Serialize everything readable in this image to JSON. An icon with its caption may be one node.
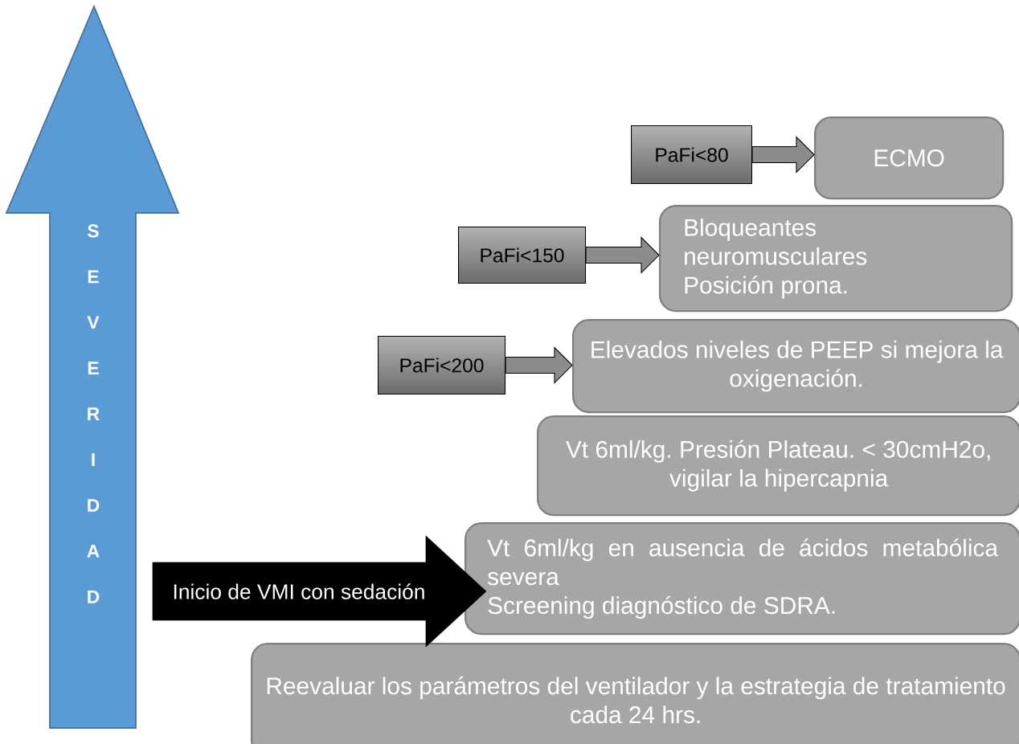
{
  "diagram": {
    "nodes": [
      {
        "text": [
          "SEVERIDAD"
        ]
      },
      {
        "text": [
          "PaFi<80"
        ]
      },
      {
        "text": [
          "ECMO"
        ]
      },
      {
        "text": [
          "PaFi<150"
        ]
      },
      {
        "text": [
          "Bloqueantes neuromusculares",
          "Posición prona."
        ]
      },
      {
        "text": [
          "PaFi<200"
        ]
      },
      {
        "text": [
          "Elevados niveles de PEEP si mejora la oxigenación."
        ]
      },
      {
        "text": [
          "Vt 6ml/kg. Presión Plateau. < 30cmH2o, vigilar la hipercapnia"
        ]
      },
      {
        "text": [
          "Vt 6ml/kg en ausencia de ácidos metabólica severa",
          "Screening diagnóstico de SDRA."
        ]
      },
      {
        "text": [
          "Reevaluar los parámetros del ventilador y la estrategia de tratamiento cada 24 hrs."
        ]
      }
    ],
    "edges": [
      {
        "from": 1,
        "to": 2,
        "arrow": "to"
      },
      {
        "from": 3,
        "to": 4,
        "arrow": "to"
      },
      {
        "from": 5,
        "to": 6,
        "arrow": "to"
      },
      {
        "from": null,
        "to": 8,
        "arrow": "to",
        "label": "Inicio de VMI con sedación"
      }
    ]
  }
}
